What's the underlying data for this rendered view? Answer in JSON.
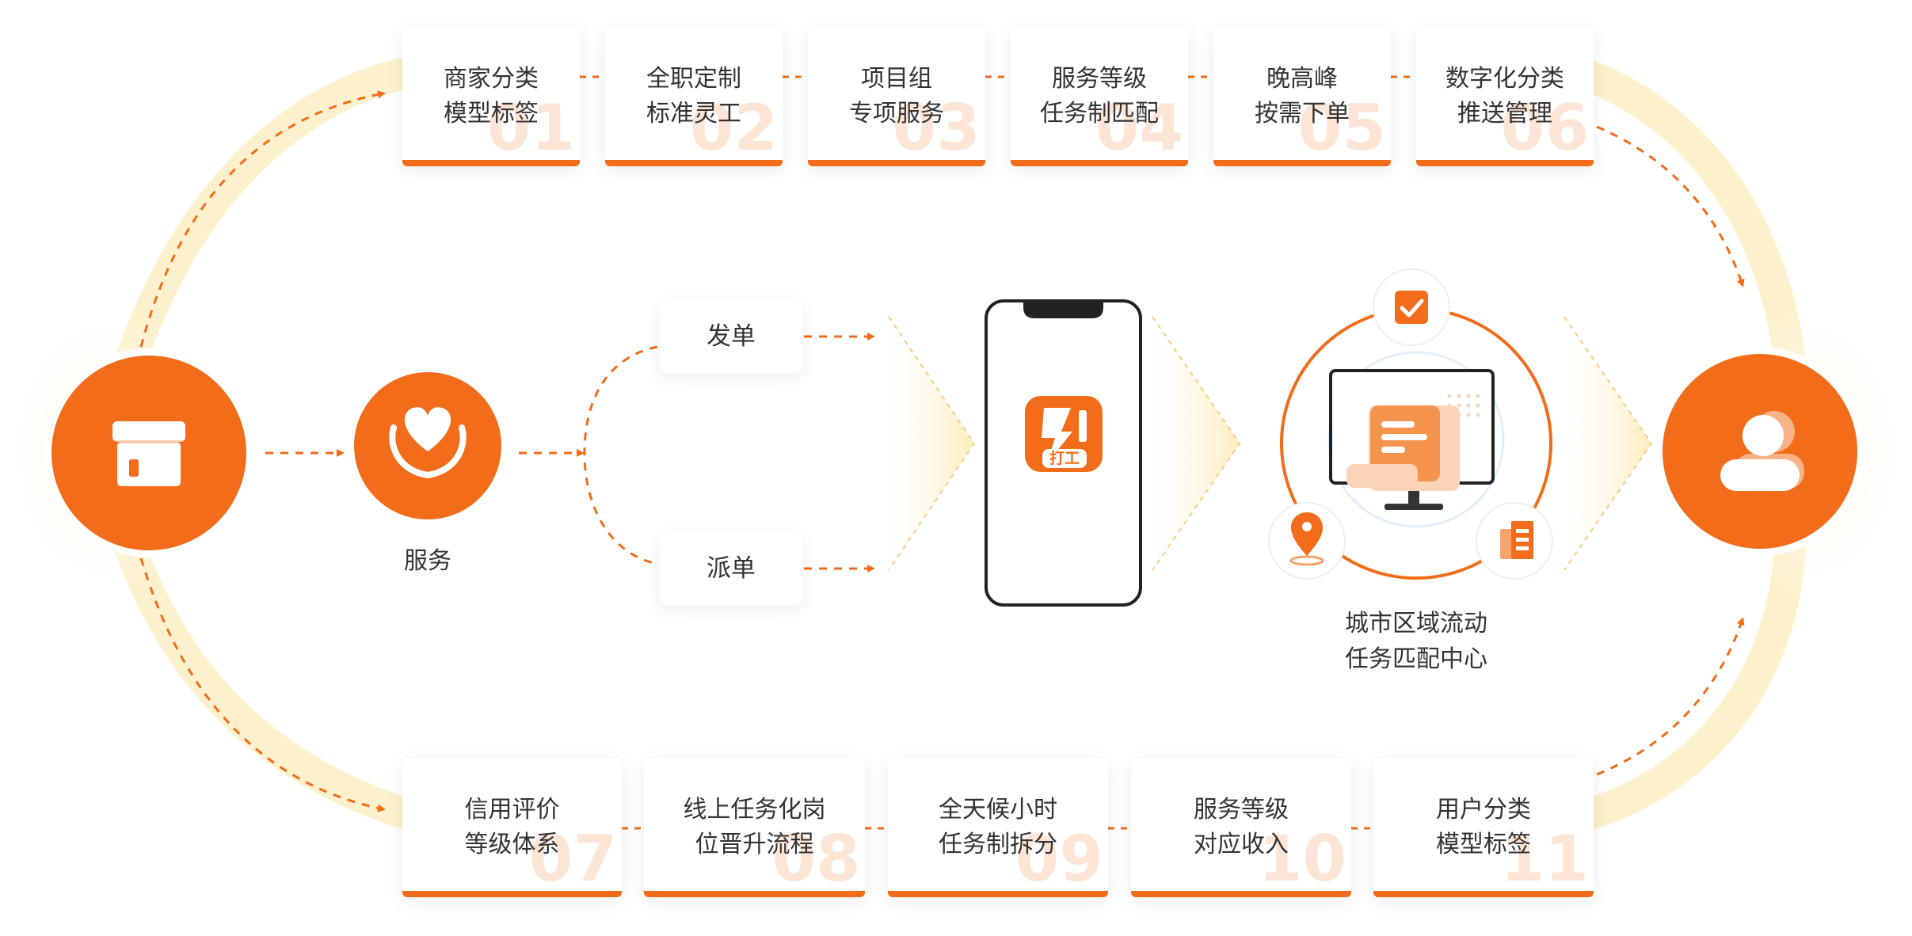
{
  "diagram": {
    "top_cards": [
      {
        "line1": "商家分类",
        "line2": "模型标签",
        "num": "01"
      },
      {
        "line1": "全职定制",
        "line2": "标准灵工",
        "num": "02"
      },
      {
        "line1": "项目组",
        "line2": "专项服务",
        "num": "03"
      },
      {
        "line1": "服务等级",
        "line2": "任务制匹配",
        "num": "04"
      },
      {
        "line1": "晚高峰",
        "line2": "按需下单",
        "num": "05"
      },
      {
        "line1": "数字化分类",
        "line2": "推送管理",
        "num": "06"
      }
    ],
    "bottom_cards": [
      {
        "line1": "信用评价",
        "line2": "等级体系",
        "num": "07"
      },
      {
        "line1": "线上任务化岗",
        "line2": "位晋升流程",
        "num": "08"
      },
      {
        "line1": "全天候小时",
        "line2": "任务制拆分",
        "num": "09"
      },
      {
        "line1": "服务等级",
        "line2": "对应收入",
        "num": "10"
      },
      {
        "line1": "用户分类",
        "line2": "模型标签",
        "num": "11"
      }
    ],
    "service_label": "服务",
    "dispatch_send": "发单",
    "dispatch_assign": "派单",
    "app_icon_text": "打工",
    "center_label_line1": "城市区域流动",
    "center_label_line2": "任务匹配中心",
    "icons": {
      "merchant": "store-icon",
      "service": "heart-hands-icon",
      "app": "lightning-app-icon",
      "checklist": "clipboard-check-icon",
      "location": "location-pin-icon",
      "building": "building-icon",
      "monitor": "monitor-document-icon",
      "user": "user-icon"
    },
    "colors": {
      "accent": "#f26c1a",
      "accent_light": "#fde5d6",
      "glow": "#fde9b0",
      "text": "#333333"
    }
  }
}
